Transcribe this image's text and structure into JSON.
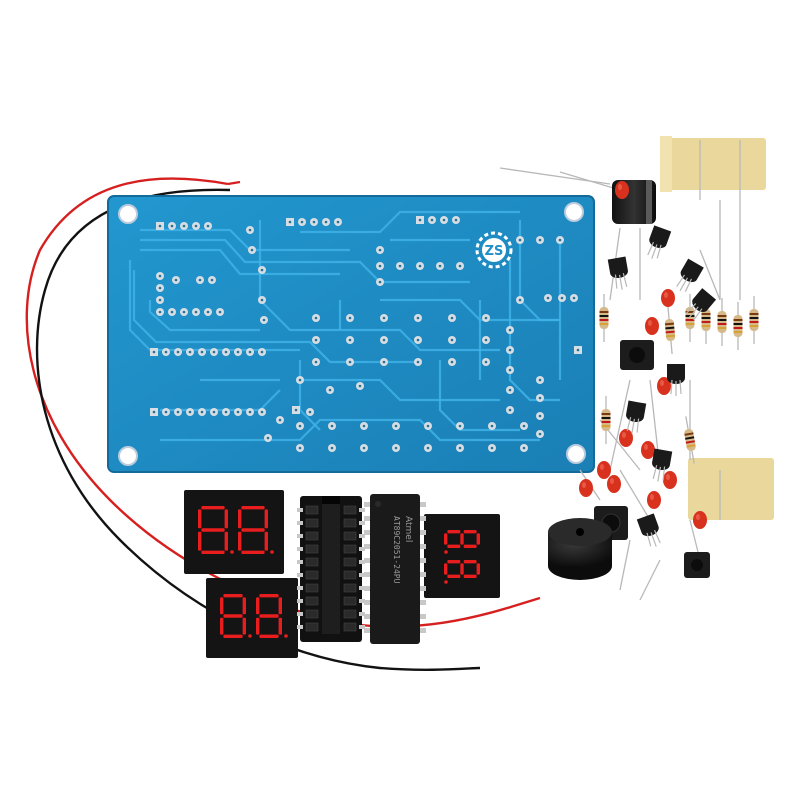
{
  "photo": {
    "subject": "DIY electronic kit",
    "colors": {
      "background": "#ffffff",
      "pcb": "#1f8fc6",
      "pcb_dark": "#16709e",
      "trace": "#2aa5dc",
      "pad": "#cfd6dc",
      "wire_red": "#d62020",
      "wire_black": "#121212",
      "seg_on": "#e81d1d",
      "seg_off": "#3a1010",
      "display_body": "#141414",
      "tape": "#ead79b",
      "cap_red": "#d8321e",
      "resistor_body": "#d6b98b",
      "buzzer": "#1a1a1a"
    }
  },
  "pcb_logo": {
    "text": "ZS"
  },
  "ic": {
    "logo_text": "Atmel",
    "part_text": "AT89C2051-24PU"
  },
  "displays": [
    {
      "id": "display-a",
      "digits": "88"
    },
    {
      "id": "display-b",
      "digits": "88"
    },
    {
      "id": "display-c",
      "digits": "88"
    }
  ]
}
